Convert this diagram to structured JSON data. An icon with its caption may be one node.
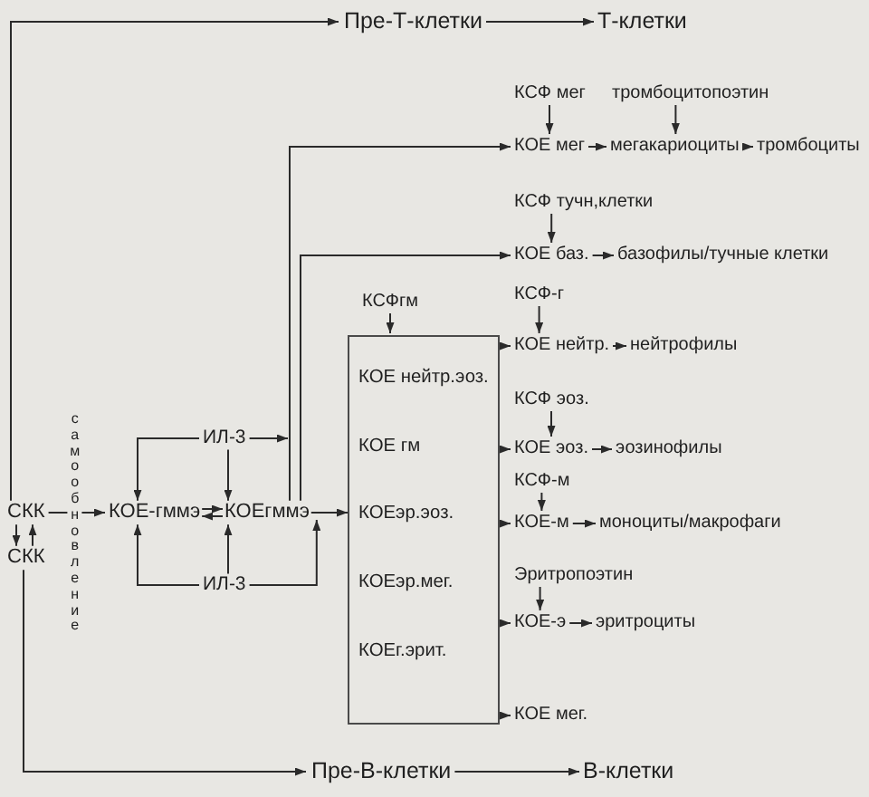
{
  "diagram": {
    "nodes": [
      {
        "text": [
          "Пре-Т-клетки"
        ]
      },
      {
        "text": [
          "Т-клетки"
        ]
      },
      {
        "text": [
          "КСФ мег"
        ]
      },
      {
        "text": [
          "тромбоцитопоэтин"
        ]
      },
      {
        "text": [
          "КОЕ мег"
        ]
      },
      {
        "text": [
          "мегакариоциты"
        ]
      },
      {
        "text": [
          "тромбоциты"
        ]
      },
      {
        "text": [
          "КСФ тучн,клетки"
        ]
      },
      {
        "text": [
          "КОЕ баз."
        ]
      },
      {
        "text": [
          "базофилы/тучные клетки"
        ]
      },
      {
        "text": [
          "КСФгм"
        ]
      },
      {
        "text": [
          "КОЕ нейтр.эоз.",
          "КОЕ гм",
          "КОЕэр.эоз.",
          "КОЕэр.мег.",
          "КОЕг.эрит."
        ]
      },
      {
        "text": [
          "КСФ-г"
        ]
      },
      {
        "text": [
          "КОЕ нейтр."
        ]
      },
      {
        "text": [
          "нейтрофилы"
        ]
      },
      {
        "text": [
          "КСФ эоз."
        ]
      },
      {
        "text": [
          "КОЕ эоз."
        ]
      },
      {
        "text": [
          "эозинофилы"
        ]
      },
      {
        "text": [
          "ИЛ-3"
        ]
      },
      {
        "text": [
          "КСФ-м"
        ]
      },
      {
        "text": [
          "СКК"
        ]
      },
      {
        "text": [
          "КОЕ-гммэ"
        ]
      },
      {
        "text": [
          "КОЕгммэ"
        ]
      },
      {
        "text": [
          "КОЕ-м"
        ]
      },
      {
        "text": [
          "моноциты/макрофаги"
        ]
      },
      {
        "text": [
          "СКК"
        ]
      },
      {
        "text": [
          "Эритропоэтин"
        ]
      },
      {
        "text": [
          "ИЛ-3"
        ]
      },
      {
        "text": [
          "КОЕ-э"
        ]
      },
      {
        "text": [
          "эритроциты"
        ]
      },
      {
        "text": [
          "КОЕ мег."
        ]
      },
      {
        "text": [
          "Пре-В-клетки"
        ]
      },
      {
        "text": [
          "В-клетки"
        ]
      }
    ],
    "edges": [
      {
        "from": 20,
        "to": 0,
        "arrow": "to"
      },
      {
        "from": 0,
        "to": 1,
        "arrow": "to"
      },
      {
        "from": 2,
        "to": 4,
        "arrow": "to"
      },
      {
        "from": 3,
        "to": 5,
        "arrow": "to"
      },
      {
        "from": 4,
        "to": 5,
        "arrow": "to"
      },
      {
        "from": 5,
        "to": 6,
        "arrow": "to"
      },
      {
        "from": 22,
        "to": 4,
        "arrow": "to"
      },
      {
        "from": 7,
        "to": 8,
        "arrow": "to"
      },
      {
        "from": 22,
        "to": 8,
        "arrow": "to"
      },
      {
        "from": 8,
        "to": 9,
        "arrow": "to"
      },
      {
        "from": 10,
        "to": 11,
        "arrow": "to"
      },
      {
        "from": 11,
        "to": 13,
        "arrow": "to"
      },
      {
        "from": 12,
        "to": 13,
        "arrow": "to"
      },
      {
        "from": 13,
        "to": 14,
        "arrow": "to"
      },
      {
        "from": 15,
        "to": 16,
        "arrow": "to"
      },
      {
        "from": 11,
        "to": 16,
        "arrow": "to"
      },
      {
        "from": 16,
        "to": 17,
        "arrow": "to"
      },
      {
        "from": 18,
        "to": 21,
        "arrow": "to"
      },
      {
        "from": 18,
        "to": 22,
        "arrow": "to"
      },
      {
        "from": 18,
        "to": null,
        "arrow": "to"
      },
      {
        "from": 19,
        "to": 23,
        "arrow": "to"
      },
      {
        "from": 11,
        "to": 23,
        "arrow": "to"
      },
      {
        "from": 23,
        "to": 24,
        "arrow": "to"
      },
      {
        "from": 20,
        "to": 21,
        "arrow": "to",
        "label": "самообновление"
      },
      {
        "from": 21,
        "to": 22,
        "arrow": "to"
      },
      {
        "from": 22,
        "to": 21,
        "arrow": "to"
      },
      {
        "from": 22,
        "to": 11,
        "arrow": "to"
      },
      {
        "from": 20,
        "to": 25,
        "arrow": "to"
      },
      {
        "from": 25,
        "to": 20,
        "arrow": "to"
      },
      {
        "from": 26,
        "to": 28,
        "arrow": "to"
      },
      {
        "from": 11,
        "to": 28,
        "arrow": "to"
      },
      {
        "from": 28,
        "to": 29,
        "arrow": "to"
      },
      {
        "from": 27,
        "to": 21,
        "arrow": "to"
      },
      {
        "from": 27,
        "to": 22,
        "arrow": "to"
      },
      {
        "from": 27,
        "to": 22,
        "arrow": "to"
      },
      {
        "from": 11,
        "to": 30,
        "arrow": "to"
      },
      {
        "from": 25,
        "to": 31,
        "arrow": "to"
      },
      {
        "from": 31,
        "to": 32,
        "arrow": "to"
      }
    ]
  }
}
